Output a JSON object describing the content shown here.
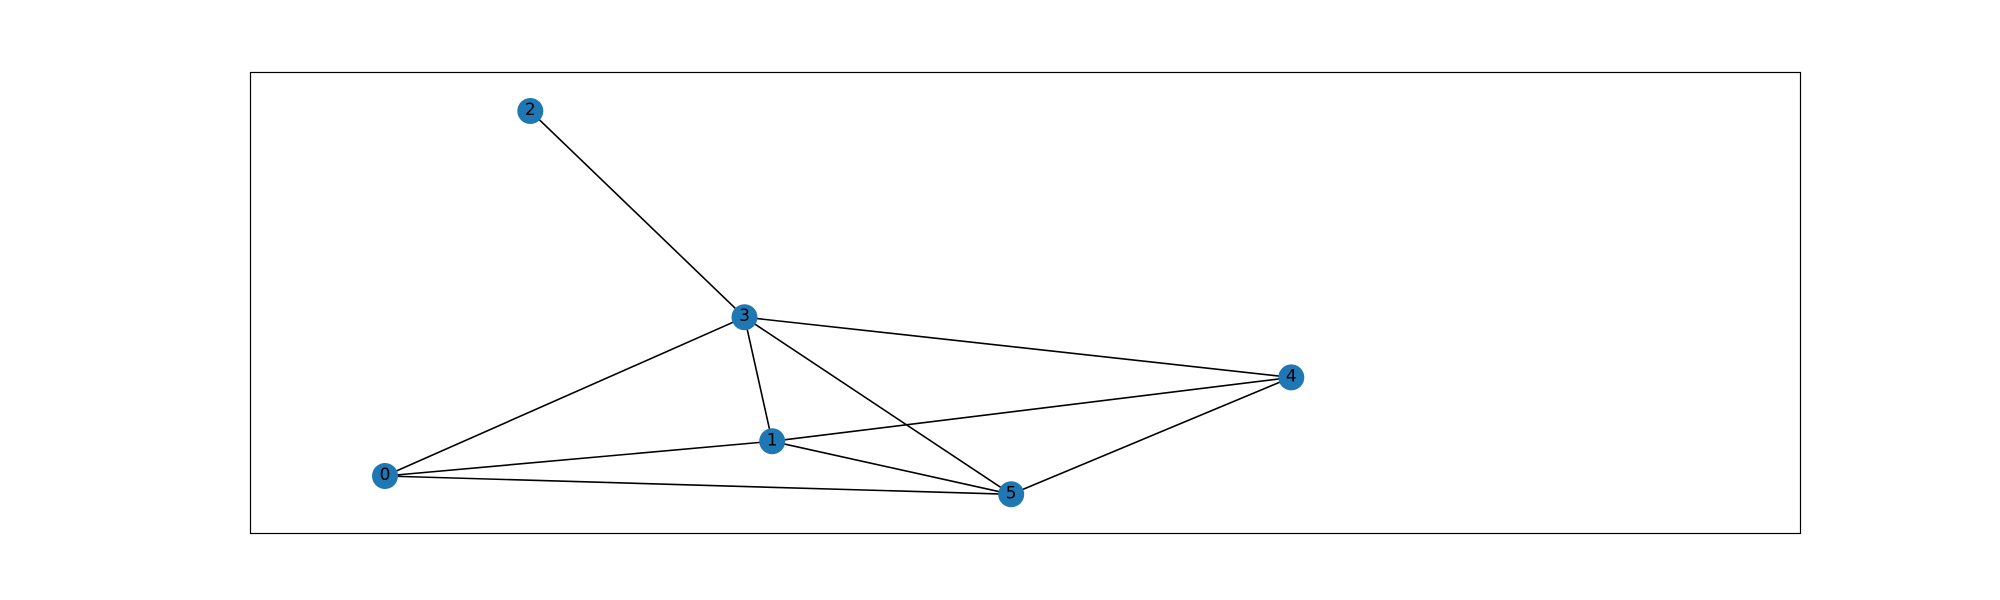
{
  "chart_data": {
    "type": "network-graph",
    "node_color": "#1f77b4",
    "edge_color": "#000000",
    "nodes": [
      {
        "id": "0",
        "label": "0",
        "x": 0.0,
        "y": 0.0
      },
      {
        "id": "1",
        "label": "1",
        "x": 0.405,
        "y": 0.095
      },
      {
        "id": "2",
        "label": "2",
        "x": 0.152,
        "y": 1.0
      },
      {
        "id": "3",
        "label": "3",
        "x": 0.376,
        "y": 0.435
      },
      {
        "id": "4",
        "label": "4",
        "x": 0.948,
        "y": 0.27
      },
      {
        "id": "5",
        "label": "5",
        "x": 0.655,
        "y": -0.05
      }
    ],
    "edges": [
      [
        "0",
        "3"
      ],
      [
        "0",
        "1"
      ],
      [
        "0",
        "5"
      ],
      [
        "1",
        "3"
      ],
      [
        "1",
        "4"
      ],
      [
        "1",
        "5"
      ],
      [
        "2",
        "3"
      ],
      [
        "3",
        "4"
      ],
      [
        "3",
        "5"
      ],
      [
        "4",
        "5"
      ]
    ]
  }
}
